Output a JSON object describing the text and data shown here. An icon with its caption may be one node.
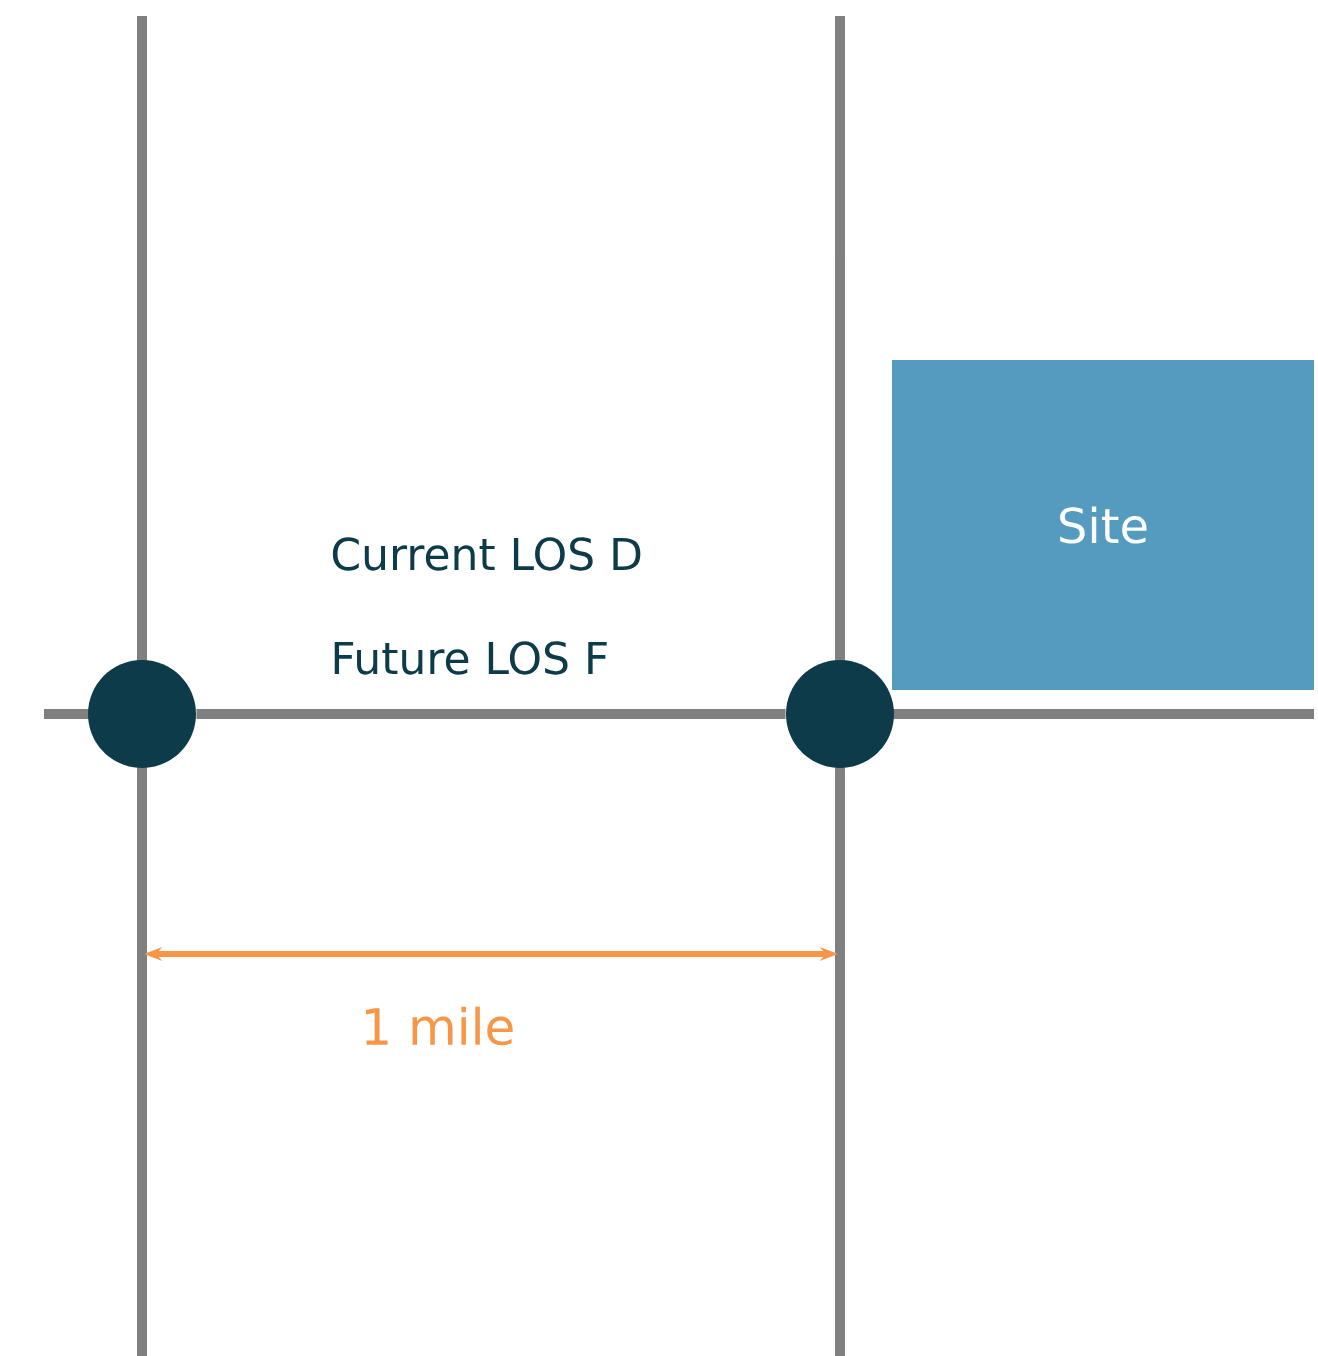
{
  "diagram": {
    "nodes": [
      {
        "text": [
          "Site"
        ]
      },
      {
        "text": [],
        "shape": "circle"
      },
      {
        "text": [],
        "shape": "circle"
      }
    ],
    "edges": [
      {
        "from": 1,
        "to": 2,
        "arrow": "none"
      }
    ],
    "labels": [
      "Current LOS D",
      "Future LOS F",
      "1 mile"
    ]
  }
}
